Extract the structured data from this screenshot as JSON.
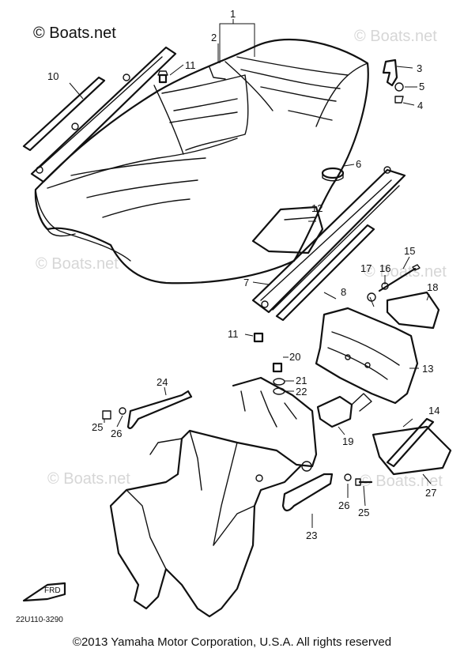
{
  "watermark": {
    "main": "© Boats.net",
    "faint": "© Boats.net"
  },
  "diagram_code": "22U110-3290",
  "front_arrow_label": "FRD",
  "copyright": "©2013 Yamaha Motor Corporation, U.S.A. All rights reserved",
  "callouts": [
    "1",
    "2",
    "3",
    "4",
    "5",
    "6",
    "7",
    "8",
    "10",
    "11",
    "11",
    "12",
    "13",
    "14",
    "15",
    "16",
    "17",
    "18",
    "19",
    "20",
    "21",
    "22",
    "23",
    "24",
    "25",
    "25",
    "26",
    "26",
    "27"
  ]
}
